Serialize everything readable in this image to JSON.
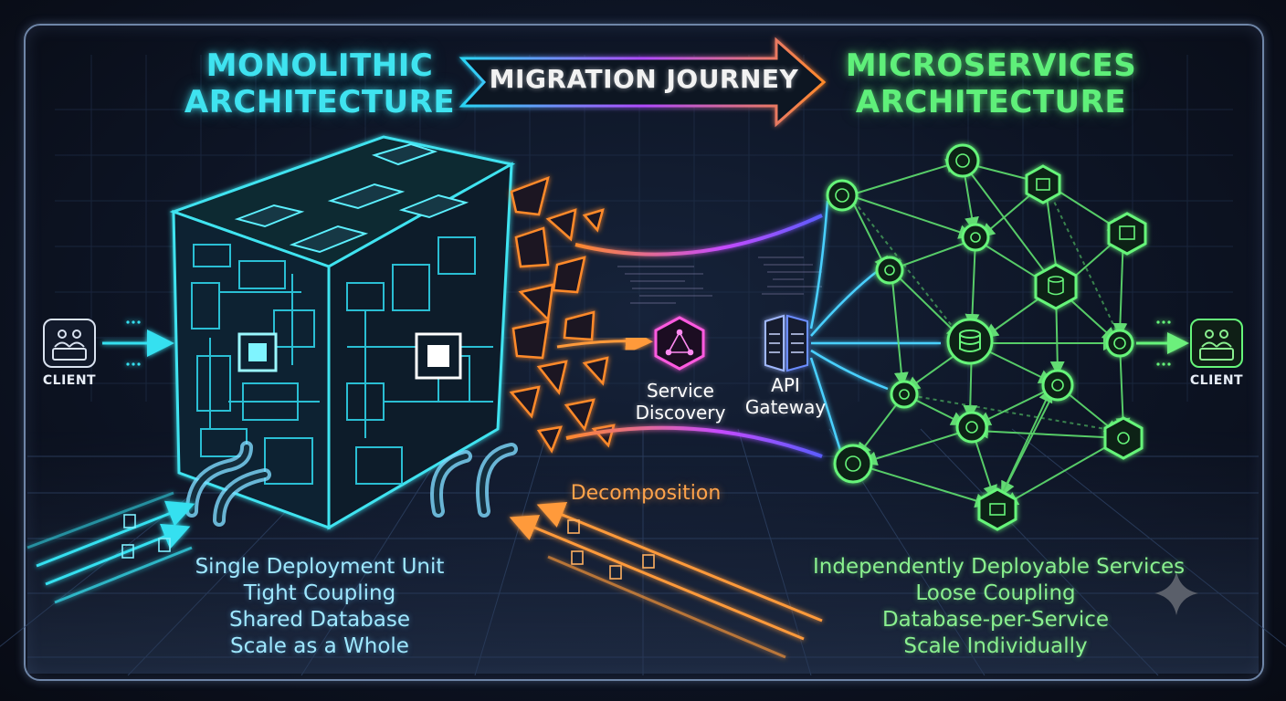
{
  "monolith": {
    "title_line1": "MONOLITHIC",
    "title_line2": "ARCHITECTURE",
    "traits": [
      "Single Deployment Unit",
      "Tight Coupling",
      "Shared Database",
      "Scale as a Whole"
    ]
  },
  "journey": {
    "label": "MIGRATION JOURNEY"
  },
  "microservices": {
    "title_line1": "MICROSERVICES",
    "title_line2": "ARCHITECTURE",
    "traits": [
      "Independently Deployable Services",
      "Loose Coupling",
      "Database-per-Service",
      "Scale Individually"
    ]
  },
  "client_left": {
    "label": "CLIENT",
    "icon": "users-device-icon"
  },
  "client_right": {
    "label": "CLIENT",
    "icon": "users-device-icon"
  },
  "service_discovery": {
    "line1": "Service",
    "line2": "Discovery",
    "icon": "graph-node-icon"
  },
  "api_gateway": {
    "line1": "API",
    "line2": "Gateway",
    "icon": "gateway-icon"
  },
  "decomposition": {
    "label": "Decomposition"
  },
  "colors": {
    "monolith": "#3fe3f0",
    "microservices": "#5ff07a",
    "decomposition": "#ffa34a",
    "gateway": "#e04bd8",
    "arrow_gradient": [
      "#2ad6f5",
      "#b04bff",
      "#ff8a2a"
    ]
  }
}
